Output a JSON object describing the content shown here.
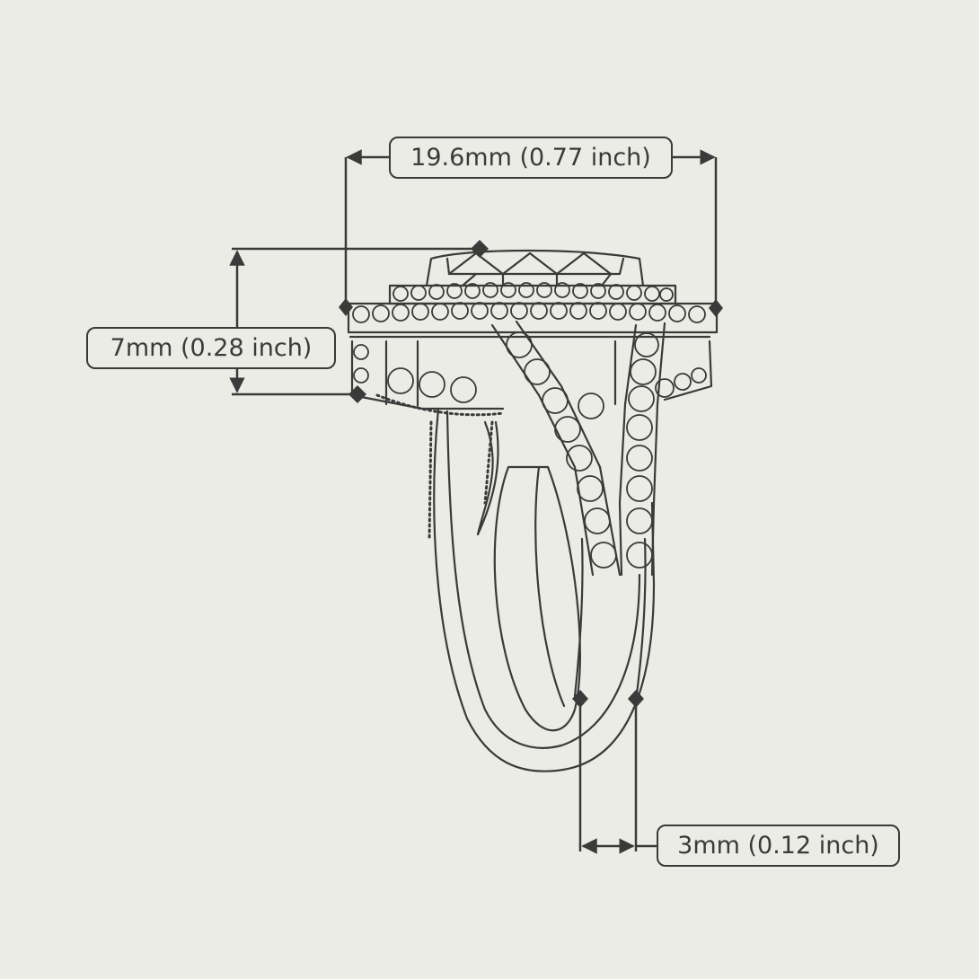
{
  "colors": {
    "paper": "#ecece6",
    "ink": "#3a3a3a"
  },
  "icons": {
    "illustration": "ring-line-drawing-icon",
    "marker": "diamond-marker-icon"
  },
  "dimensions": {
    "width": {
      "label": "19.6mm (0.77 inch)"
    },
    "height": {
      "label": "7mm (0.28 inch)"
    },
    "band": {
      "label": "3mm (0.12 inch)"
    }
  }
}
